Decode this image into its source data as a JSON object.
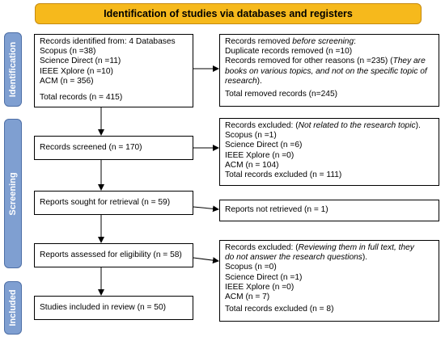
{
  "header": {
    "title": "Identification of studies via databases and registers"
  },
  "stages": {
    "identification": "Identification",
    "screening": "Screening",
    "included": "Included"
  },
  "identified": {
    "title": "Records identified from: 4 Databases",
    "scopus": "Scopus (n =38)",
    "sciencedirect": "Science Direct (n =11)",
    "ieee": "IEEE Xplore (n =10)",
    "acm": "ACM (n = 356)",
    "total": "Total records (n = 415)"
  },
  "removed": {
    "title_pre": "Records removed ",
    "title_em": "before screening",
    "title_post": ":",
    "duplicates": "Duplicate records removed (n =10)",
    "other_pre": "Records removed for other reasons (n =235) (",
    "other_em1": "They are",
    "other_em2": "books on various topics, and not on the specific topic of",
    "other_em3": "research",
    "other_post": ").",
    "total": "Total removed records (n=245)"
  },
  "screened": {
    "label": "Records screened (n = 170)"
  },
  "excluded1": {
    "title_pre": "Records excluded: (",
    "title_em": "Not related to the research topic",
    "title_post": ").",
    "scopus": "Scopus (n =1)",
    "sciencedirect": "Science Direct (n =6)",
    "ieee": "IEEE Xplore (n =0)",
    "acm": "ACM (n = 104)",
    "total": "Total records excluded (n = 111)"
  },
  "sought": {
    "label": "Reports sought for retrieval (n = 59)"
  },
  "not_retrieved": {
    "label": "Reports not retrieved (n = 1)"
  },
  "assessed": {
    "label": "Reports assessed for eligibility (n = 58)"
  },
  "excluded2": {
    "title_pre": "Records excluded: (",
    "title_em1": "Reviewing them in full text, they",
    "title_em2": "do not answer the research questions",
    "title_post": ").",
    "scopus": "Scopus (n =0)",
    "sciencedirect": "Science Direct (n =1)",
    "ieee": "IEEE Xplore (n =0)",
    "acm": "ACM (n = 7)",
    "total": "Total records excluded (n = 8)"
  },
  "included": {
    "label": "Studies included in review (n = 50)"
  }
}
